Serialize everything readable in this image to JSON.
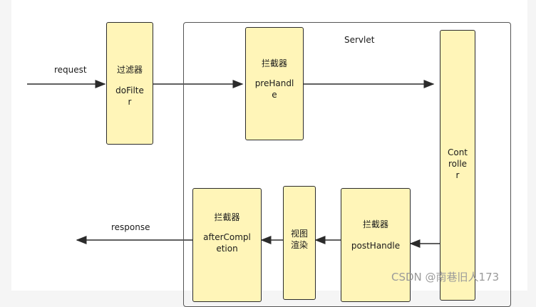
{
  "diagram": {
    "container_label": "Servlet",
    "flow_labels": {
      "request": "request",
      "response": "response"
    },
    "filter": {
      "title": "过滤器",
      "lines": [
        "doFilte",
        "r"
      ]
    },
    "prehandle": {
      "title": "拦截器",
      "lines": [
        "preHandl",
        "e"
      ]
    },
    "controller": {
      "lines": [
        "Cont",
        "rolle",
        "r"
      ]
    },
    "posthandle": {
      "title": "拦截器",
      "lines": [
        "postHandle"
      ]
    },
    "view": {
      "lines": [
        "视图",
        "渲染"
      ]
    },
    "aftercompletion": {
      "title": "拦截器",
      "lines": [
        "afterCompl",
        "etion"
      ]
    }
  },
  "watermark": "CSDN @南巷旧人173",
  "colors": {
    "box_fill": "#fff5b8",
    "border": "#2b2b2b",
    "arrow": "#2b2b2b",
    "container_border": "#555555"
  }
}
